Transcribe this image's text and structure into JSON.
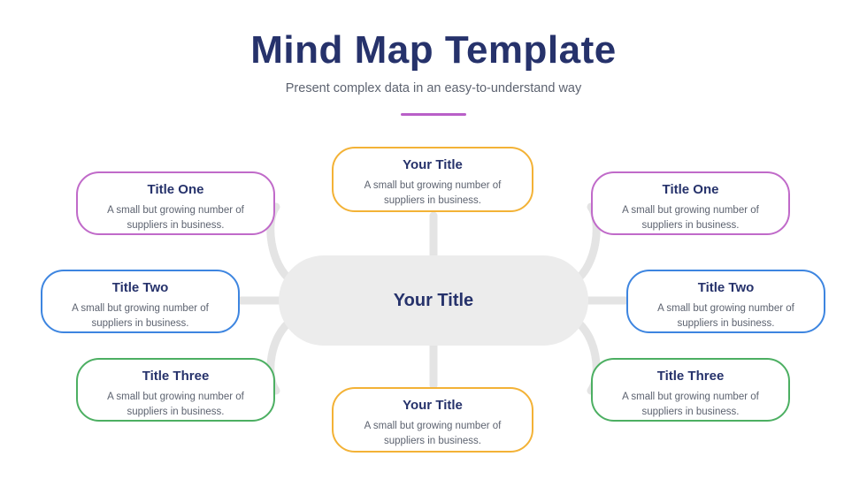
{
  "header": {
    "title": "Mind Map Template",
    "subtitle": "Present complex data in an easy-to-understand way",
    "accent_color": "#b95fc8",
    "title_color": "#26326b"
  },
  "hub": {
    "label": "Your Title",
    "fill": "#ececec"
  },
  "nodes": {
    "left": [
      {
        "title": "Title One",
        "desc": "A small but growing number of suppliers in business.",
        "color": "#c06ac9"
      },
      {
        "title": "Title Two",
        "desc": "A small but growing number of suppliers in business.",
        "color": "#3d85e0"
      },
      {
        "title": "Title Three",
        "desc": "A small but growing number of suppliers in business.",
        "color": "#4caf62"
      }
    ],
    "right": [
      {
        "title": "Title One",
        "desc": "A small but growing number of suppliers in business.",
        "color": "#c06ac9"
      },
      {
        "title": "Title Two",
        "desc": "A small but growing number of suppliers in business.",
        "color": "#3d85e0"
      },
      {
        "title": "Title Three",
        "desc": "A small but growing number of suppliers in business.",
        "color": "#4caf62"
      }
    ],
    "top": {
      "title": "Your Title",
      "desc": "A small but growing number of suppliers in business.",
      "color": "#f3b236"
    },
    "bottom": {
      "title": "Your Title",
      "desc": "A small but growing number of suppliers in business.",
      "color": "#f3b236"
    }
  }
}
